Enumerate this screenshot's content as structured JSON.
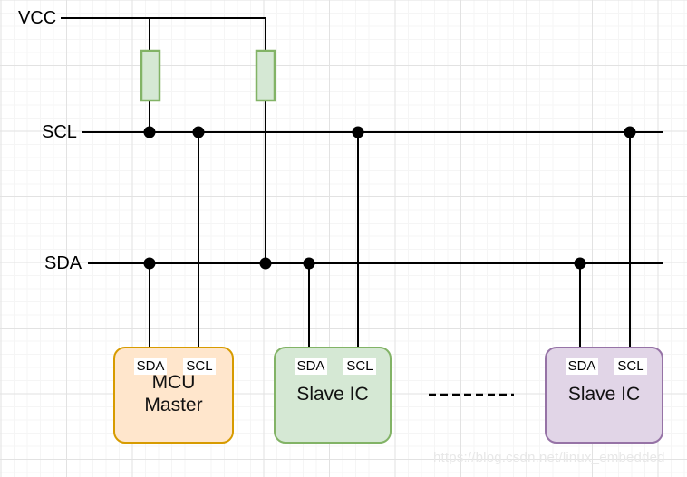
{
  "palette": {
    "wire": "#000000",
    "grid_minor": "#f5f5f5",
    "grid_major": "#e2e2e2",
    "resistor_fill": "#d5e8d4",
    "resistor_stroke": "#82b366",
    "mcu_fill": "#ffe6cc",
    "mcu_stroke": "#d79b00",
    "slave1_fill": "#d5e8d4",
    "slave1_stroke": "#82b366",
    "slave2_fill": "#e1d5e7",
    "slave2_stroke": "#9673a6"
  },
  "bus_labels": {
    "vcc": "VCC",
    "scl": "SCL",
    "sda": "SDA"
  },
  "nodes": [
    {
      "id": "mcu-master",
      "label": "MCU\nMaster",
      "pin_left": "SDA",
      "pin_right": "SCL"
    },
    {
      "id": "slave-ic-1",
      "label": "Slave IC",
      "pin_left": "SDA",
      "pin_right": "SCL"
    },
    {
      "id": "slave-ic-2",
      "label": "Slave IC",
      "pin_left": "SDA",
      "pin_right": "SCL"
    }
  ],
  "watermark": "https://blog.csdn.net/linux_embedded"
}
